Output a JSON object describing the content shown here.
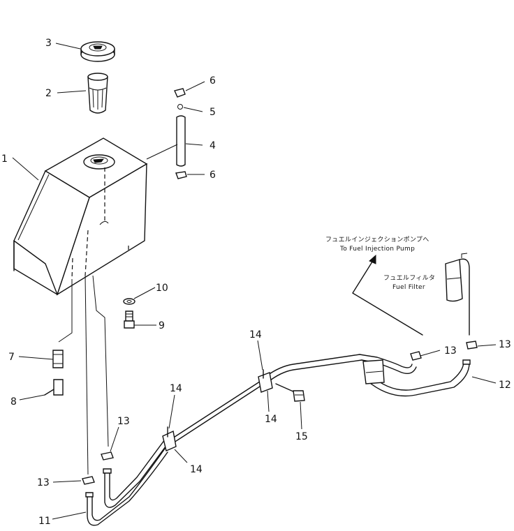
{
  "callouts": {
    "c1": "1",
    "c2": "2",
    "c3": "3",
    "c4": "4",
    "c5": "5",
    "c6a": "6",
    "c6b": "6",
    "c7": "7",
    "c8": "8",
    "c9": "9",
    "c10": "10",
    "c11": "11",
    "c12": "12",
    "c13a": "13",
    "c13b": "13",
    "c13c": "13",
    "c13d": "13",
    "c14a": "14",
    "c14b": "14",
    "c14c": "14",
    "c14d": "14",
    "c15": "15"
  },
  "annotations": {
    "injection_pump_jp": "フュエルインジェクションポンプへ",
    "injection_pump_en": "To Fuel Injection Pump",
    "fuel_filter_jp": "フュエルフィルタ",
    "fuel_filter_en": "Fuel Filter"
  },
  "colors": {
    "line": "#111111",
    "background": "#ffffff"
  }
}
